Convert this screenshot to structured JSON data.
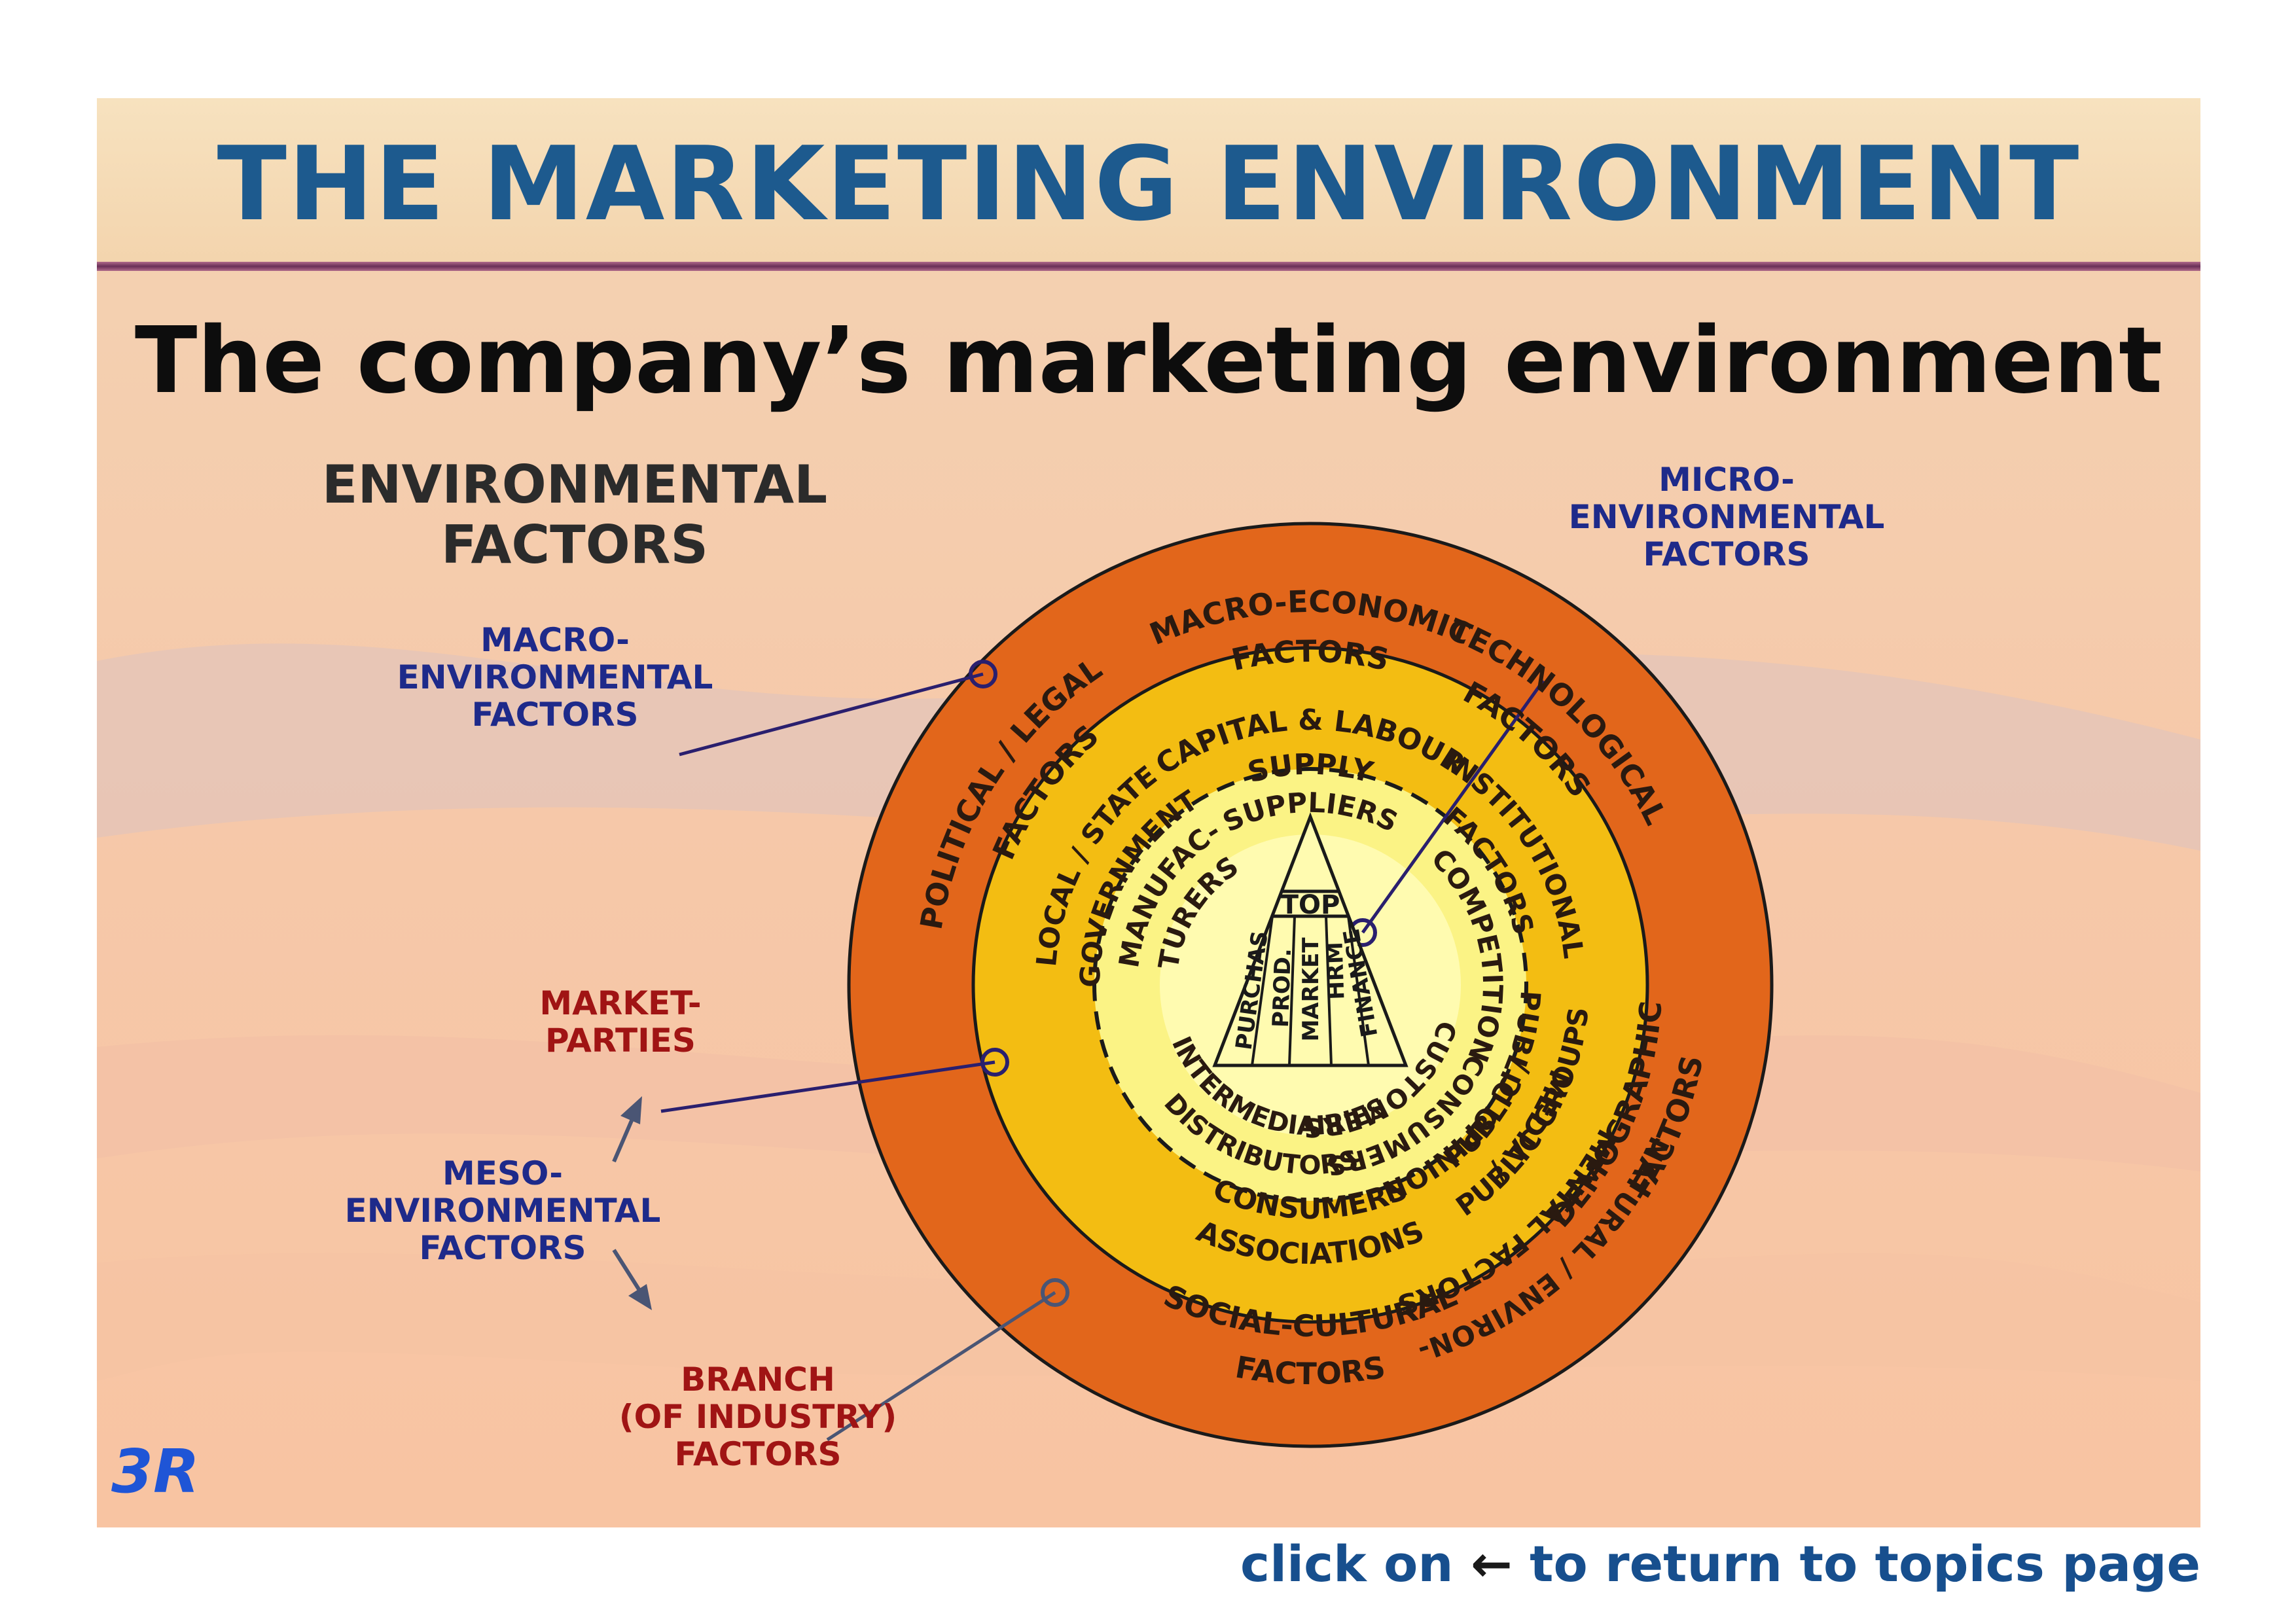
{
  "title": "THE MARKETING ENVIRONMENT",
  "subtitle": "The company’s marketing environment",
  "left_labels": {
    "environmental_factors": [
      "ENVIRONMENTAL",
      "FACTORS"
    ],
    "macro_environmental": [
      "MACRO-",
      "ENVIRONMENTAL",
      "FACTORS"
    ],
    "market_parties": [
      "MARKET-",
      "PARTIES"
    ],
    "meso_environmental": [
      "MESO-",
      "ENVIRONMENTAL",
      "FACTORS"
    ],
    "branch_factors": [
      "BRANCH",
      "(OF INDUSTRY)",
      "FACTORS"
    ]
  },
  "right_labels": {
    "micro_environmental": [
      "MICRO-",
      "ENVIRONMENTAL",
      "FACTORS"
    ]
  },
  "outer_ring": {
    "macro_economic": [
      "MACRO-ECONOMIC",
      "FACTORS"
    ],
    "technological": [
      "TECHNOLOGICAL",
      "FACTORS"
    ],
    "demographic": [
      "DEMOGRAPHIC",
      "FACTORS"
    ],
    "social_cultural": [
      "SOCIAL-CULTURAL",
      "FACTORS"
    ],
    "natural_environmental": [
      "NATURAL / ENVIRON-",
      "MENTAL FACTORS"
    ],
    "political_legal": [
      "POLITICAL / LEGAL",
      "FACTORS"
    ]
  },
  "middle_ring": {
    "capital_labour": [
      "CAPITAL & LABOUR",
      "SUPPLY"
    ],
    "institutional": [
      "INSTITUTIONAL",
      "FACTORS"
    ],
    "public_groups": [
      "PUBLIC /",
      "PUBLIC GROUPS"
    ],
    "consumers_associations": [
      "CONSUMERS",
      "ASSOCIATIONS"
    ],
    "media_public_opinion": [
      "MEDIA /",
      "PUBLIC OPINION"
    ],
    "local_state_government": [
      "LOCAL / STATE",
      "GOVERNMENT"
    ]
  },
  "inner_ring": {
    "suppliers": "SUPPLIERS",
    "competition": "COMPETITION",
    "distributors": [
      "DISTRIBUTORS",
      "INTERMEDIAIRIES"
    ],
    "customers": [
      "CUSTOMERS",
      "CONSUMERS"
    ],
    "manufacturers": [
      "MANUFAC-",
      "TURERS"
    ]
  },
  "pyramid": {
    "top": "TOP",
    "departments": [
      "PURCHAS",
      "PROD.",
      "MARKET",
      "HRM",
      "FINANCE"
    ]
  },
  "colors": {
    "title": "#1d5a8e",
    "outer_ring": "#e2661b",
    "middle_ring": "#f3bd12",
    "inner_ring": "#fbf385",
    "center": "#fffbb0",
    "macro_label": "#1e2a8a",
    "meso_label": "#a01414"
  },
  "logo": "3R",
  "footer": {
    "prefix": "click on",
    "arrow": "←",
    "suffix": "to return to topics page"
  }
}
